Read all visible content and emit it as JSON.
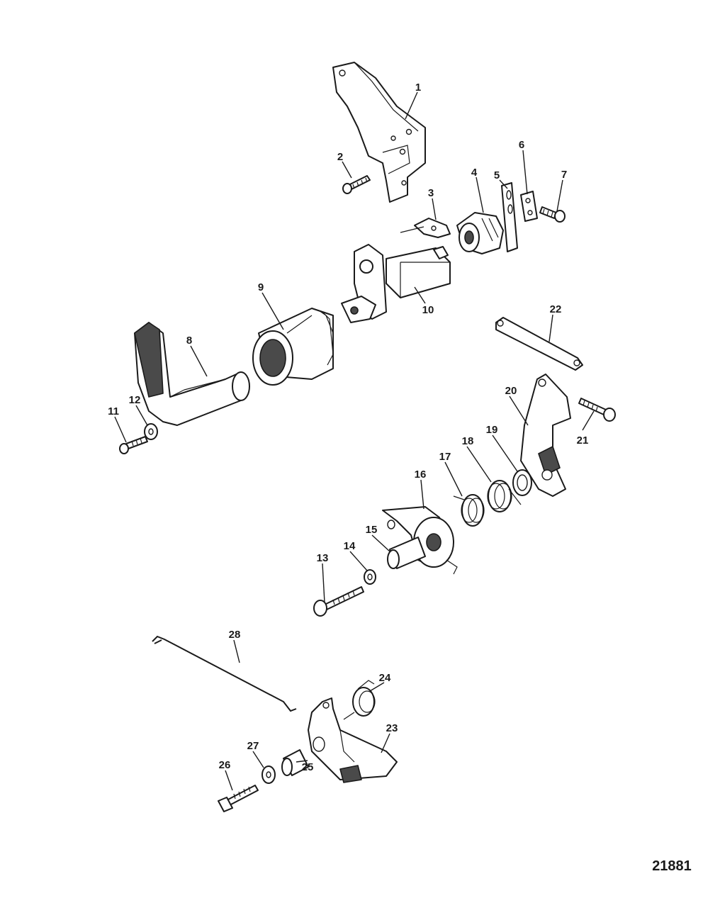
{
  "drawing_number": "21881",
  "callouts": {
    "c1": "1",
    "c2": "2",
    "c3": "3",
    "c4": "4",
    "c5": "5",
    "c6": "6",
    "c7": "7",
    "c8": "8",
    "c9": "9",
    "c10": "10",
    "c11": "11",
    "c12": "12",
    "c13": "13",
    "c14": "14",
    "c15": "15",
    "c16": "16",
    "c17": "17",
    "c18": "18",
    "c19": "19",
    "c20": "20",
    "c21": "21",
    "c22": "22",
    "c23": "23",
    "c24": "24",
    "c25": "25",
    "c26": "26",
    "c27": "27",
    "c28": "28"
  }
}
